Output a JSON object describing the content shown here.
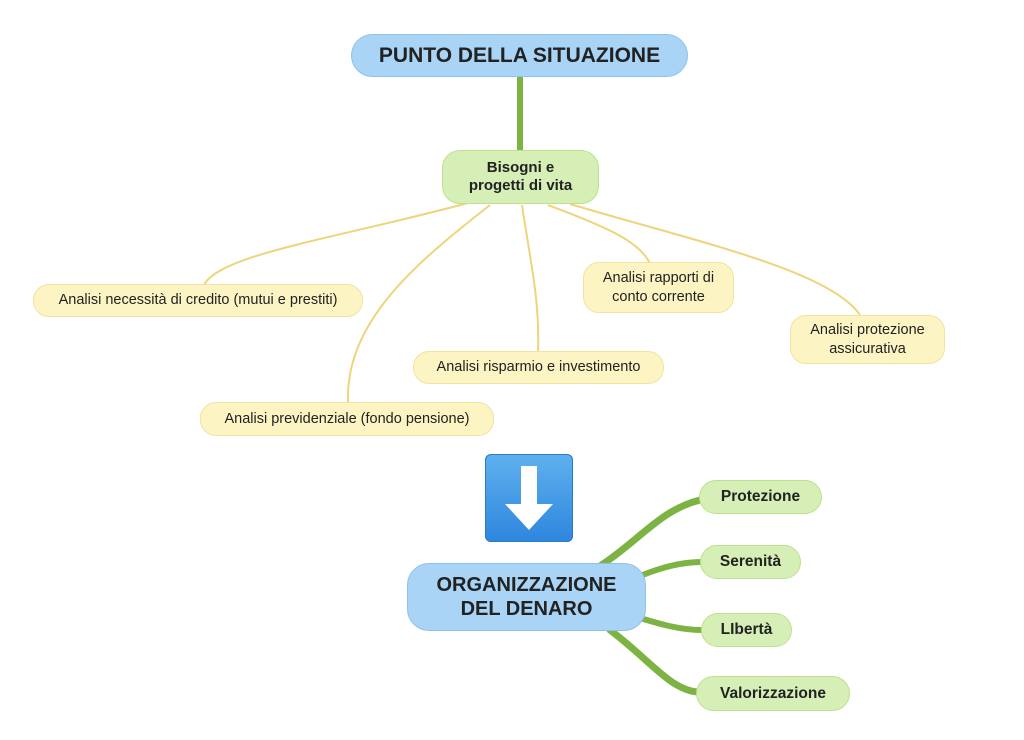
{
  "top_root": {
    "label": "PUNTO DELLA SITUAZIONE"
  },
  "needs_node": {
    "label_line1": "Bisogni e",
    "label_line2": "progetti di vita"
  },
  "analyses": {
    "credit": "Analisi necessità di credito (mutui e prestiti)",
    "pension": "Analisi previdenziale (fondo pensione)",
    "savings": "Analisi risparmio e investimento",
    "account_line1": "Analisi rapporti di",
    "account_line2": "conto corrente",
    "insurance_line1": "Analisi protezione",
    "insurance_line2": "assicurativa"
  },
  "arrow": {
    "icon": "arrow-down-icon"
  },
  "bottom_root": {
    "label_line1": "ORGANIZZAZIONE",
    "label_line2": "DEL DENARO"
  },
  "outcomes": {
    "protection": "Protezione",
    "serenity": "Serenità",
    "freedom": "LIbertà",
    "valorization": "Valorizzazione"
  },
  "colors": {
    "root_fill": "#a9d4f5",
    "green_fill": "#d6efb6",
    "green_link": "#7cb342",
    "yellow_fill": "#fdf4c4",
    "yellow_link": "#eed47a",
    "arrow_fill": "#2e86de"
  }
}
